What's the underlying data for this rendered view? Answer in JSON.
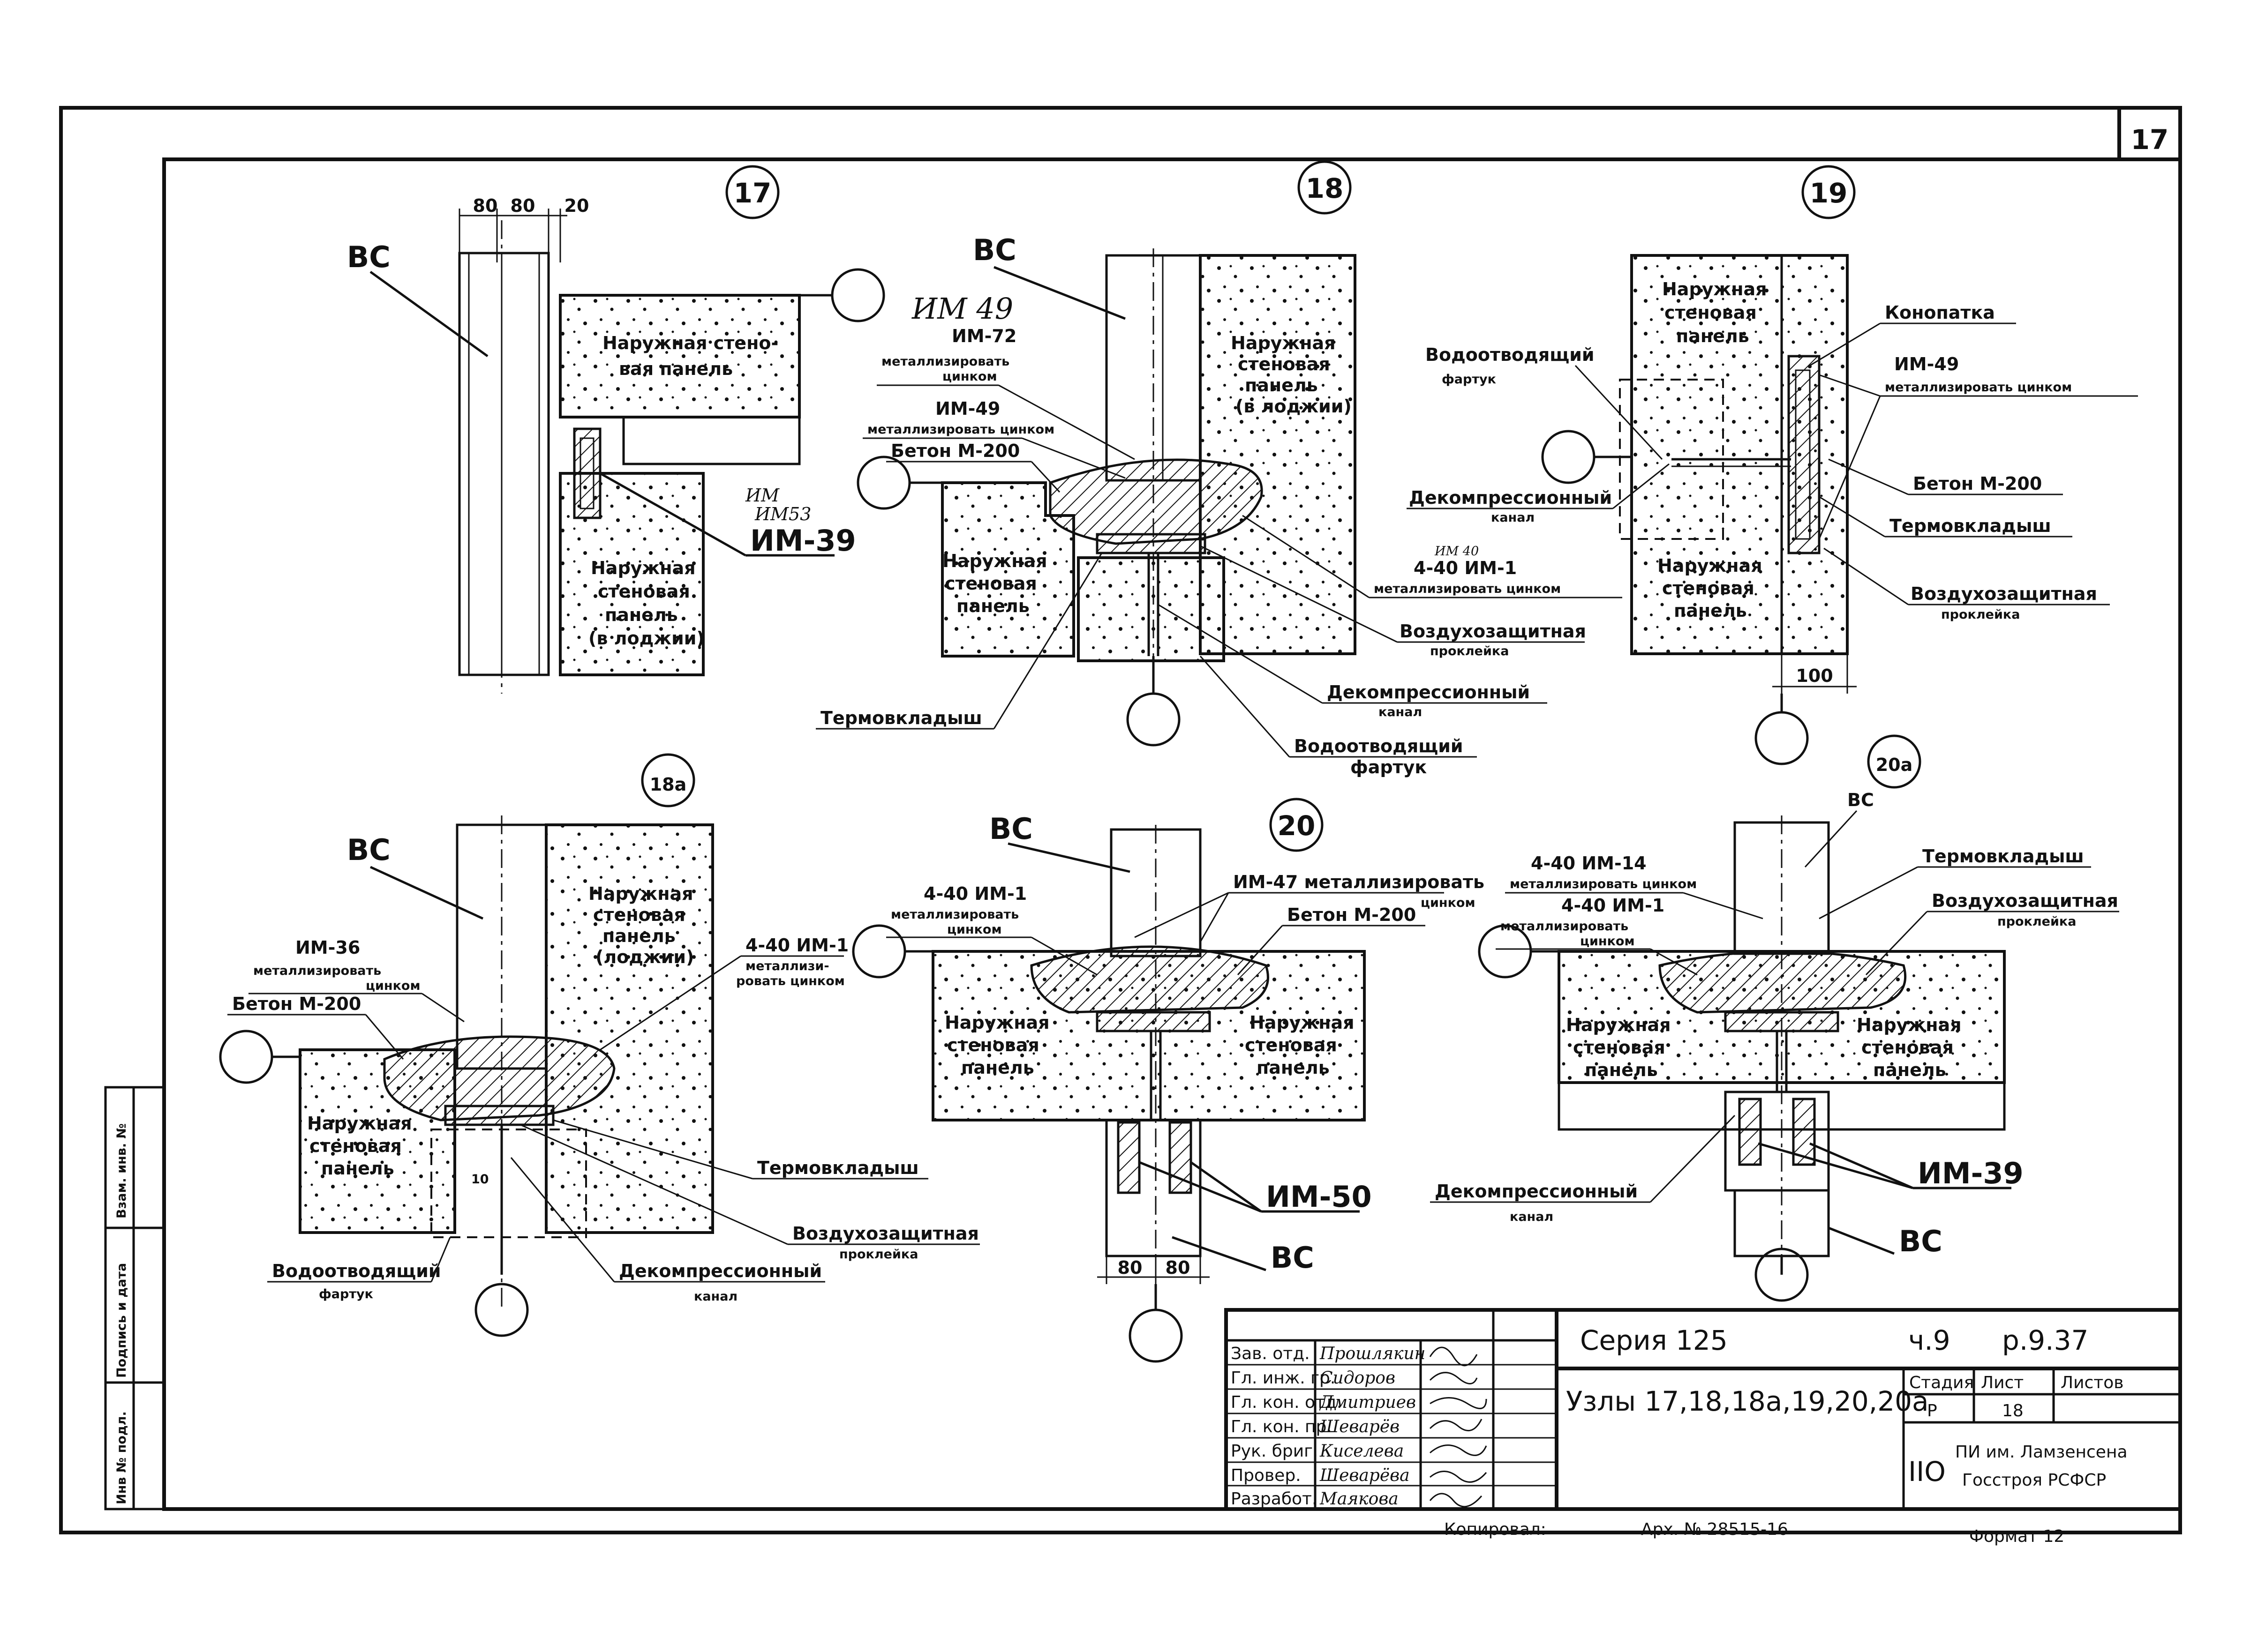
{
  "sheet_number": "17",
  "side_stamp": [
    "Инв № подл.",
    "Подпись и дата",
    "Взам. инв. №"
  ],
  "detail_17": {
    "marker": "17",
    "dims": [
      "80",
      "80",
      "20"
    ],
    "labels": {
      "bc": "ВС",
      "panel_top": [
        "Наружная стено-",
        "вая панель"
      ],
      "panel_loggia": [
        "Наружная",
        "стеновая",
        "панель",
        "(в лоджии)"
      ],
      "part": "ИМ-39",
      "handnote": [
        "ИМ",
        "ИМ53"
      ]
    }
  },
  "detail_18": {
    "marker": "18",
    "labels": {
      "bc": "ВС",
      "handnote": "ИМ 49",
      "part_72": "ИМ-72",
      "part_72_note": [
        "металлизировать",
        "цинком"
      ],
      "part_49": "ИМ-49",
      "part_49_note": "металлизировать цинком",
      "concrete": "Бетон М-200",
      "panel_loggia": [
        "Наружная",
        "стеновая",
        "панель",
        "(в лоджии)"
      ],
      "panel_left": [
        "Наружная",
        "стеновая",
        "панель"
      ],
      "insert": "Термовкладыш",
      "part_40_hand": "ИМ 40",
      "part_40": "4-40 ИМ-1",
      "part_40_note": "металлизировать цинком",
      "air_seal": [
        "Воздухозащитная",
        "проклейка"
      ],
      "decomp": [
        "Декомпрессионный",
        "канал"
      ],
      "apron": [
        "Водоотводящий",
        "фартук"
      ]
    }
  },
  "detail_19": {
    "marker": "19",
    "dim": "100",
    "labels": {
      "panel_top": [
        "Наружная",
        "стеновая",
        "панель"
      ],
      "panel_bottom": [
        "Наружная",
        "стеновая",
        "панель"
      ],
      "apron": [
        "Водоотводящий",
        "фартук"
      ],
      "decomp": [
        "Декомпрессионный",
        "канал"
      ],
      "caulk": "Конопатка",
      "part_49": "ИМ-49",
      "part_49_note": "металлизировать цинком",
      "concrete": "Бетон М-200",
      "insert": "Термовкладыш",
      "air_seal": [
        "Воздухозащитная",
        "проклейка"
      ]
    }
  },
  "detail_18a": {
    "marker": "18а",
    "dim": "10",
    "labels": {
      "bc": "ВС",
      "panel_loggia": [
        "Наружная",
        "стеновая",
        "панель",
        "(лоджии)"
      ],
      "part_36": "ИМ-36",
      "part_36_note": [
        "металлизировать",
        "цинком"
      ],
      "concrete": "Бетон М-200",
      "part_40": "4-40 ИМ-1",
      "part_40_note": [
        "металлизи-",
        "ровать цинком"
      ],
      "panel_left": [
        "Наружная",
        "стеновая",
        "панель"
      ],
      "insert": "Термовкладыш",
      "air_seal": [
        "Воздухозащитная",
        "проклейка"
      ],
      "apron": [
        "Водоотводящий",
        "фартук"
      ],
      "decomp": [
        "Декомпрессионный",
        "канал"
      ]
    }
  },
  "detail_20": {
    "marker": "20",
    "dims": [
      "80",
      "80"
    ],
    "labels": {
      "bc_top": "ВС",
      "bc_bottom": "ВС",
      "part_40": "4-40 ИМ-1",
      "part_40_note": [
        "металлизировать",
        "цинком"
      ],
      "part_47": "ИМ-47 металлизировать",
      "part_47_note": "цинком",
      "concrete": "Бетон М-200",
      "panel_left": [
        "Наружная",
        "стеновая",
        "панель"
      ],
      "panel_right": [
        "Наружная",
        "стеновая",
        "панель"
      ],
      "part_50": "ИМ-50"
    }
  },
  "detail_20a": {
    "marker": "20а",
    "labels": {
      "bc_top": "ВС",
      "bc_bottom": "ВС",
      "part_14": "4-40 ИМ-14",
      "part_14_note": "металлизировать цинком",
      "part_1": "4-40 ИМ-1",
      "part_1_note": [
        "металлизировать",
        "цинком"
      ],
      "insert": "Термовкладыш",
      "air_seal": [
        "Воздухозащитная",
        "проклейка"
      ],
      "panel_left": [
        "Наружная",
        "стеновая",
        "панель"
      ],
      "panel_right": [
        "Наружная",
        "стеновая",
        "панель"
      ],
      "decomp": [
        "Декомпрессионный",
        "канал"
      ],
      "part_39": "ИМ-39"
    }
  },
  "title_block": {
    "series": "Серия 125",
    "part": "ч.9",
    "section": "р.9.37",
    "title": "Узлы 17,18,18а,19,20,20а",
    "stage_header": [
      "Стадия",
      "Лист",
      "Листов"
    ],
    "stage": "Р",
    "sheet": "18",
    "org": [
      "ПИ им. Ламзенсена",
      "Госстроя РСФСР"
    ],
    "org_mark": "IIО",
    "rows": [
      {
        "role": "Зав. отд.",
        "name": "Прошлякин"
      },
      {
        "role": "Гл. инж. гр.",
        "name": "Сидоров"
      },
      {
        "role": "Гл. кон. отд.",
        "name": "Дмитриев"
      },
      {
        "role": "Гл. кон. пр.",
        "name": "Шеварёв"
      },
      {
        "role": "Рук. бриг.",
        "name": "Киселева"
      },
      {
        "role": "Провер.",
        "name": "Шеварёва"
      },
      {
        "role": "Разработ.",
        "name": "Маякова"
      }
    ]
  },
  "footer": {
    "copied": "Копировал:",
    "arch": "Арх. № 28515-16",
    "format": "Формат 12"
  }
}
